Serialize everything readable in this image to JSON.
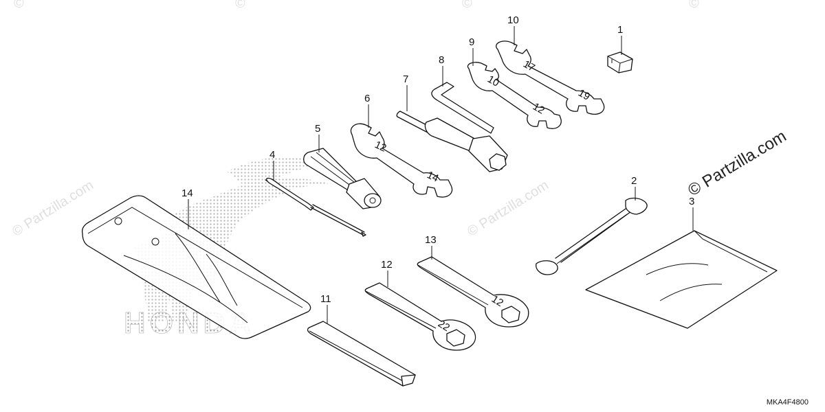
{
  "diagram_code": "MKA4F4800",
  "watermark": {
    "text": "Partzilla.com",
    "prefix": "©"
  },
  "callouts": [
    {
      "label": "1"
    },
    {
      "label": "2"
    },
    {
      "label": "3"
    },
    {
      "label": "4"
    },
    {
      "label": "5"
    },
    {
      "label": "6"
    },
    {
      "label": "7"
    },
    {
      "label": "8"
    },
    {
      "label": "9"
    },
    {
      "label": "10"
    },
    {
      "label": "11"
    },
    {
      "label": "12"
    },
    {
      "label": "13"
    },
    {
      "label": "14"
    }
  ],
  "background_logo": {
    "text": "HONDA"
  }
}
